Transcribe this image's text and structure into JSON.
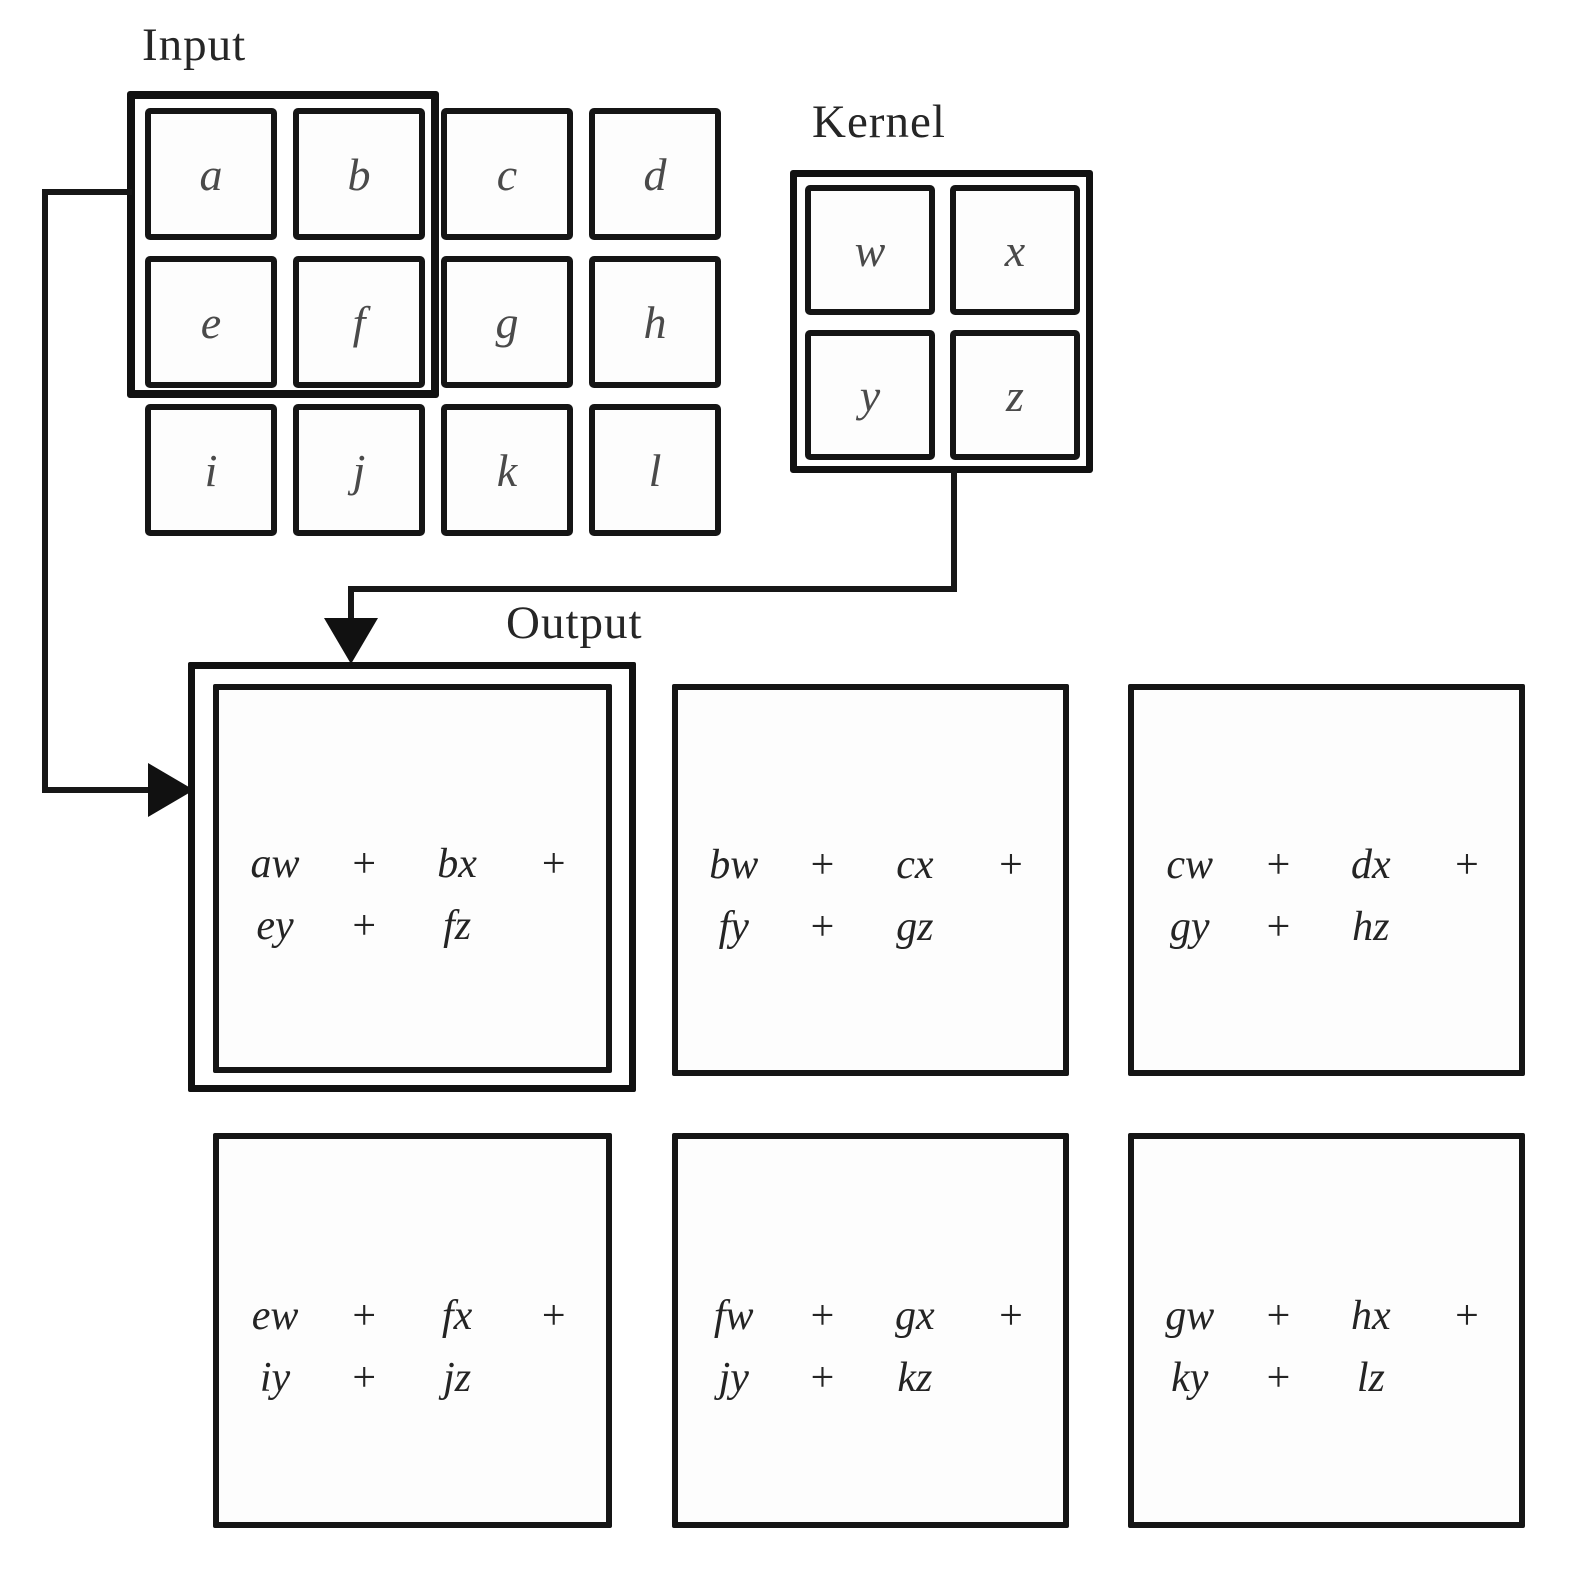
{
  "labels": {
    "input": "Input",
    "kernel": "Kernel",
    "output": "Output"
  },
  "input_grid": {
    "rows": [
      [
        "a",
        "b",
        "c",
        "d"
      ],
      [
        "e",
        "f",
        "g",
        "h"
      ],
      [
        "i",
        "j",
        "k",
        "l"
      ]
    ]
  },
  "kernel_grid": {
    "rows": [
      [
        "w",
        "x"
      ],
      [
        "y",
        "z"
      ]
    ]
  },
  "outputs": [
    {
      "line1": [
        "aw",
        "+",
        "bx",
        "+"
      ],
      "line2": [
        "ey",
        "+",
        "fz"
      ]
    },
    {
      "line1": [
        "bw",
        "+",
        "cx",
        "+"
      ],
      "line2": [
        "fy",
        "+",
        "gz"
      ]
    },
    {
      "line1": [
        "cw",
        "+",
        "dx",
        "+"
      ],
      "line2": [
        "gy",
        "+",
        "hz"
      ]
    },
    {
      "line1": [
        "ew",
        "+",
        "fx",
        "+"
      ],
      "line2": [
        "iy",
        "+",
        "jz"
      ]
    },
    {
      "line1": [
        "fw",
        "+",
        "gx",
        "+"
      ],
      "line2": [
        "jy",
        "+",
        "kz"
      ]
    },
    {
      "line1": [
        "gw",
        "+",
        "hx",
        "+"
      ],
      "line2": [
        "ky",
        "+",
        "lz"
      ]
    }
  ],
  "colors": {
    "stroke": "#111111",
    "text": "#242424",
    "cell_letter": "#4a4a4a",
    "background": "#ffffff"
  }
}
